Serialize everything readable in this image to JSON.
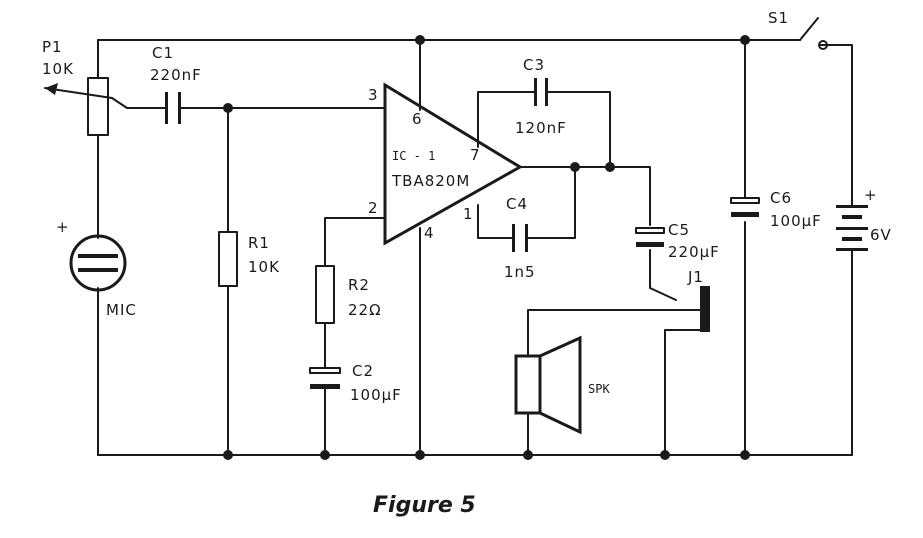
{
  "caption": "Figure 5",
  "ic": {
    "ref": "IC - 1",
    "part": "TBA820M",
    "pins": {
      "p1": "1",
      "p2": "2",
      "p3": "3",
      "p4": "4",
      "p6": "6",
      "p7": "7"
    }
  },
  "components": {
    "p1": {
      "ref": "P1",
      "value": "10K"
    },
    "c1": {
      "ref": "C1",
      "value": "220nF"
    },
    "r1": {
      "ref": "R1",
      "value": "10K"
    },
    "mic": {
      "ref": "MIC",
      "polarity": "+"
    },
    "r2": {
      "ref": "R2",
      "value": "22Ω"
    },
    "c2": {
      "ref": "C2",
      "value": "100µF"
    },
    "c3": {
      "ref": "C3",
      "value": "120nF"
    },
    "c4": {
      "ref": "C4",
      "value": "1n5"
    },
    "c5": {
      "ref": "C5",
      "value": "220µF"
    },
    "c6": {
      "ref": "C6",
      "value": "100µF"
    },
    "j1": {
      "ref": "J1"
    },
    "spk": {
      "ref": "SPK"
    },
    "s1": {
      "ref": "S1"
    },
    "battery": {
      "value": "6V",
      "polarity": "+"
    }
  }
}
